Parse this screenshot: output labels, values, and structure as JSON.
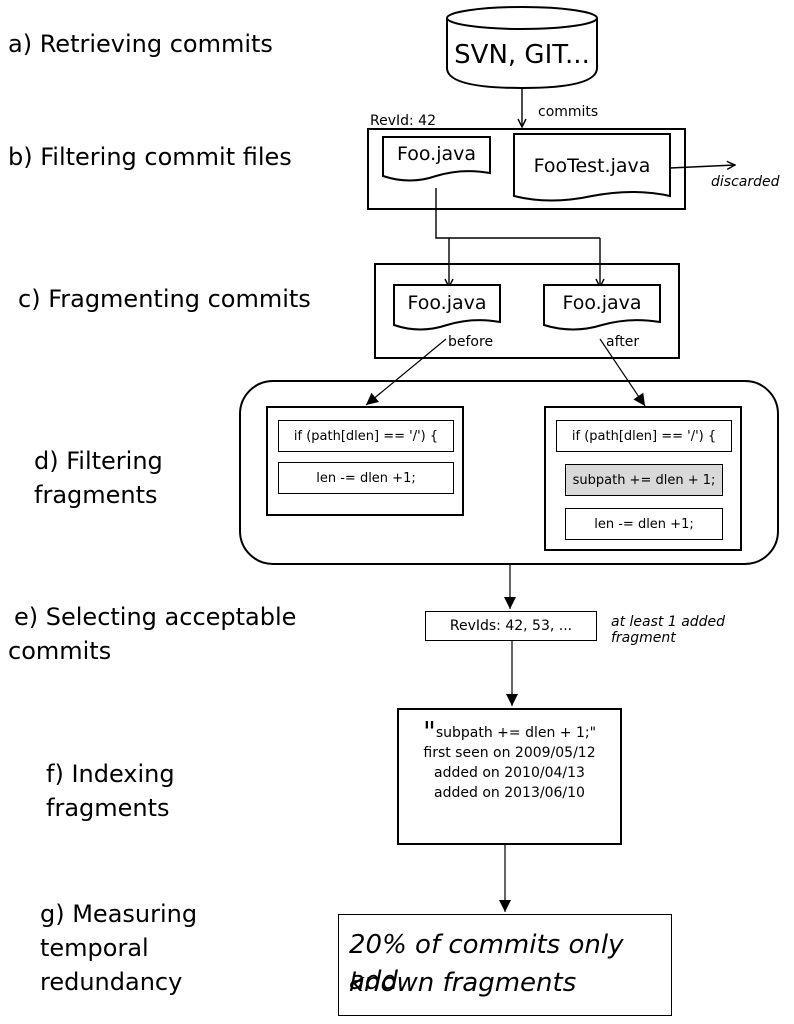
{
  "steps": {
    "a": "a) Retrieving commits",
    "b": "b) Filtering commit files",
    "c": "c) Fragmenting commits",
    "d_1": "d) Filtering",
    "d_2": "fragments",
    "e_1": "e) Selecting acceptable",
    "e_2": "commits",
    "f_1": "f) Indexing",
    "f_2": "fragments",
    "g_1": "g) Measuring",
    "g_2": "temporal",
    "g_3": "redundancy"
  },
  "repo": {
    "label": "SVN, GIT..."
  },
  "edges": {
    "commits": "commits",
    "discarded": "discarded"
  },
  "revid": "RevId: 42",
  "files": {
    "foo": "Foo.java",
    "footest": "FooTest.java",
    "foo_before": "Foo.java",
    "foo_after": "Foo.java",
    "before": "before",
    "after": "after"
  },
  "fragments": {
    "before": [
      "if (path[dlen] == '/') {",
      "len -= dlen +1;"
    ],
    "after": [
      "if (path[dlen] == '/') {",
      "subpath += dlen + 1;",
      "len -= dlen +1;"
    ]
  },
  "selection": {
    "revids": "RevIds: 42, 53, ...",
    "criterion": "at least 1 added fragment"
  },
  "index": {
    "quote": "\"",
    "line1": "subpath += dlen + 1;\"",
    "line2": "first seen on 2009/05/12",
    "line3": "added on 2010/04/13",
    "line4": "added on 2013/06/10"
  },
  "result": {
    "line1": "20% of commits only add",
    "line2": "known fragments"
  },
  "colors": {
    "highlight_fill": "#d9d9d9",
    "stroke": "#000000"
  }
}
